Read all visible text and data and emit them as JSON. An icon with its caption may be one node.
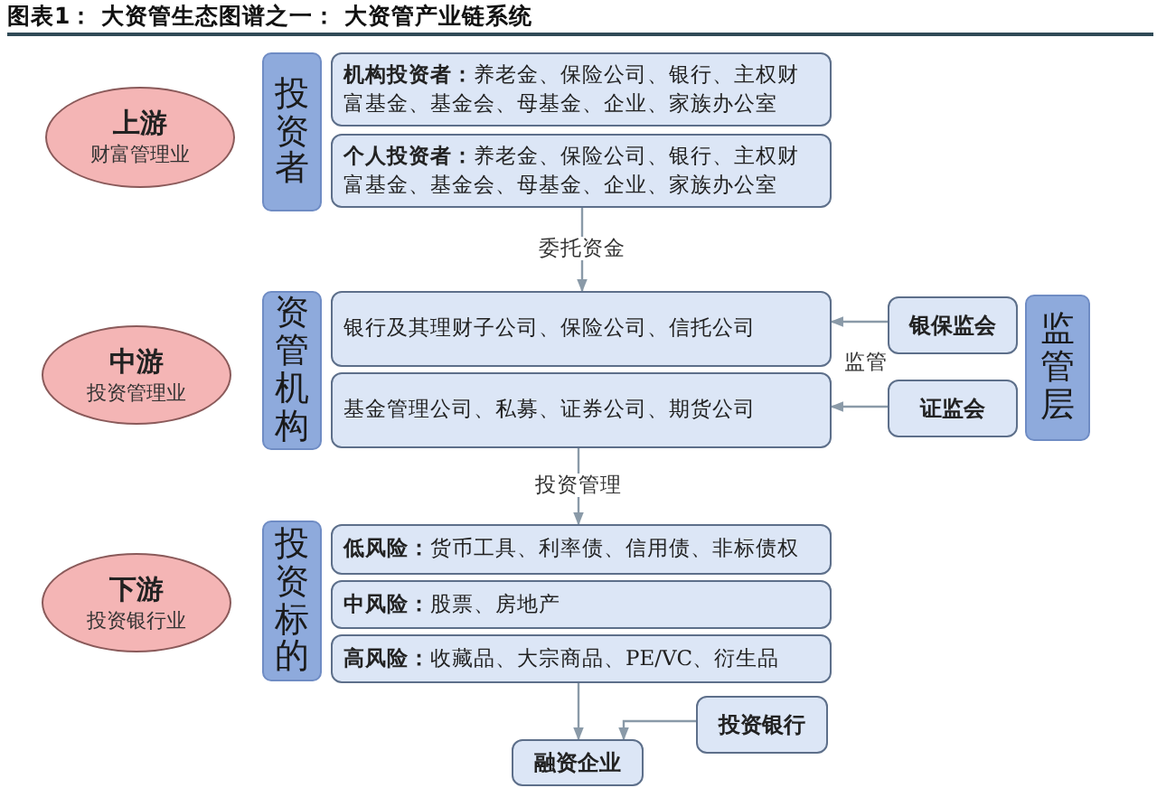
{
  "diagram": {
    "title": "图表1： 大资管生态图谱之一： 大资管产业链系统",
    "nodes": [
      {
        "text": [
          "上游",
          "财富管理业"
        ]
      },
      {
        "text": [
          "投资者"
        ]
      },
      {
        "text": [
          "**机构投资者：**养老金、保险公司、银行、主权财富基金、基金会、母基金、企业、家族办公室"
        ]
      },
      {
        "text": [
          "**个人投资者：**养老金、保险公司、银行、主权财富基金、基金会、母基金、企业、家族办公室"
        ]
      },
      {
        "text": [
          "中游",
          "投资管理业"
        ]
      },
      {
        "text": [
          "资管机构"
        ]
      },
      {
        "text": [
          "银行及其理财子公司、保险公司、信托公司"
        ]
      },
      {
        "text": [
          "基金管理公司、私募、证券公司、期货公司"
        ]
      },
      {
        "text": [
          "银保监会"
        ]
      },
      {
        "text": [
          "监管层"
        ]
      },
      {
        "text": [
          "证监会"
        ]
      },
      {
        "text": [
          "下游",
          "投资银行业"
        ]
      },
      {
        "text": [
          "投资标的"
        ]
      },
      {
        "text": [
          "**低风险：**货币工具、利率债、信用债、非标债权"
        ]
      },
      {
        "text": [
          "**中风险：**股票、房地产"
        ]
      },
      {
        "text": [
          "**高风险：**收藏品、大宗商品、PE/VC、衍生品"
        ]
      },
      {
        "text": [
          "投资银行"
        ]
      },
      {
        "text": [
          "融资企业"
        ]
      }
    ],
    "edges": [
      {
        "from": 3,
        "to": 6,
        "arrow": "to",
        "label": "委托资金"
      },
      {
        "from": 7,
        "to": 13,
        "arrow": "to",
        "label": "投资管理"
      },
      {
        "from": 8,
        "to": 6,
        "arrow": "to"
      },
      {
        "from": 10,
        "to": 7,
        "arrow": "to"
      },
      {
        "from": 15,
        "to": 17,
        "arrow": "to"
      },
      {
        "from": 16,
        "to": 17,
        "arrow": "to"
      }
    ],
    "labels": [
      "监管"
    ]
  }
}
